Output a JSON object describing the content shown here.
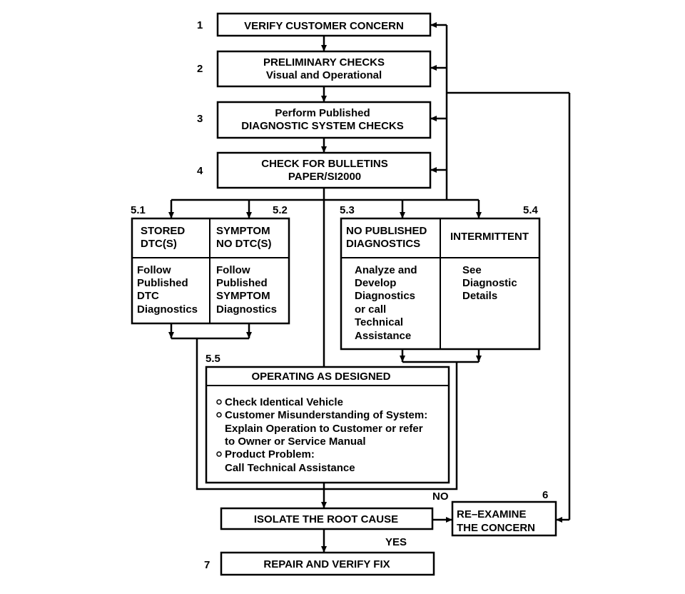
{
  "steps": {
    "s1": {
      "num": "1",
      "lines": [
        "VERIFY CUSTOMER CONCERN"
      ]
    },
    "s2": {
      "num": "2",
      "lines": [
        "PRELIMINARY CHECKS",
        "Visual and Operational"
      ]
    },
    "s3": {
      "num": "3",
      "lines": [
        "Perform Published",
        "DIAGNOSTIC SYSTEM CHECKS"
      ]
    },
    "s4": {
      "num": "4",
      "lines": [
        "CHECK FOR BULLETINS",
        "PAPER/SI2000"
      ]
    },
    "s5_1": {
      "num": "5.1",
      "head": [
        "STORED",
        "DTC(S)"
      ],
      "body": [
        "Follow",
        "Published",
        "DTC",
        "Diagnostics"
      ]
    },
    "s5_2": {
      "num": "5.2",
      "head": [
        "SYMPTOM",
        "NO DTC(S)"
      ],
      "body": [
        "Follow",
        "Published",
        "SYMPTOM",
        "Diagnostics"
      ]
    },
    "s5_3": {
      "num": "5.3",
      "head": [
        "NO PUBLISHED",
        "DIAGNOSTICS"
      ],
      "body": [
        "Analyze and",
        "Develop",
        "Diagnostics",
        "or call",
        "Technical",
        "Assistance"
      ]
    },
    "s5_4": {
      "num": "5.4",
      "head": [
        "INTERMITTENT"
      ],
      "body": [
        "See",
        "Diagnostic",
        "Details"
      ]
    },
    "s5_5": {
      "num": "5.5",
      "title": "OPERATING AS DESIGNED",
      "bullets": [
        [
          "Check Identical Vehicle"
        ],
        [
          "Customer Misunderstanding of System:",
          "Explain Operation to Customer or refer",
          "to Owner or Service Manual"
        ],
        [
          "Product Problem:",
          "Call Technical Assistance"
        ]
      ]
    },
    "isolate": {
      "lines": [
        "ISOLATE THE ROOT CAUSE"
      ]
    },
    "s6": {
      "num": "6",
      "lines": [
        "RE–EXAMINE",
        "THE CONCERN"
      ]
    },
    "s7": {
      "num": "7",
      "lines": [
        "REPAIR AND VERIFY FIX"
      ]
    }
  },
  "labels": {
    "no": "NO",
    "yes": "YES"
  }
}
